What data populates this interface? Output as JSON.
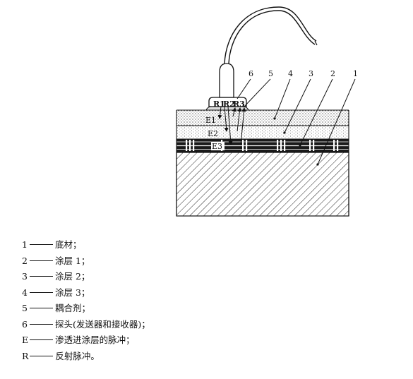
{
  "figure": {
    "callouts": [
      "6",
      "5",
      "4",
      "3",
      "2",
      "1"
    ],
    "probe_labels": [
      "R1",
      "R2",
      "R3"
    ],
    "layer_labels": [
      "E1",
      "E2",
      "E3"
    ]
  },
  "legend": [
    {
      "key": "1",
      "text": "底材；"
    },
    {
      "key": "2",
      "text": "涂层 1；"
    },
    {
      "key": "3",
      "text": "涂层 2；"
    },
    {
      "key": "4",
      "text": "涂层 3；"
    },
    {
      "key": "5",
      "text": "耦合剂；"
    },
    {
      "key": "6",
      "text": "探头(发送器和接收器)；"
    },
    {
      "key": "E",
      "text": "渗透进涂层的脉冲；"
    },
    {
      "key": "R",
      "text": "反射脉冲。"
    }
  ]
}
